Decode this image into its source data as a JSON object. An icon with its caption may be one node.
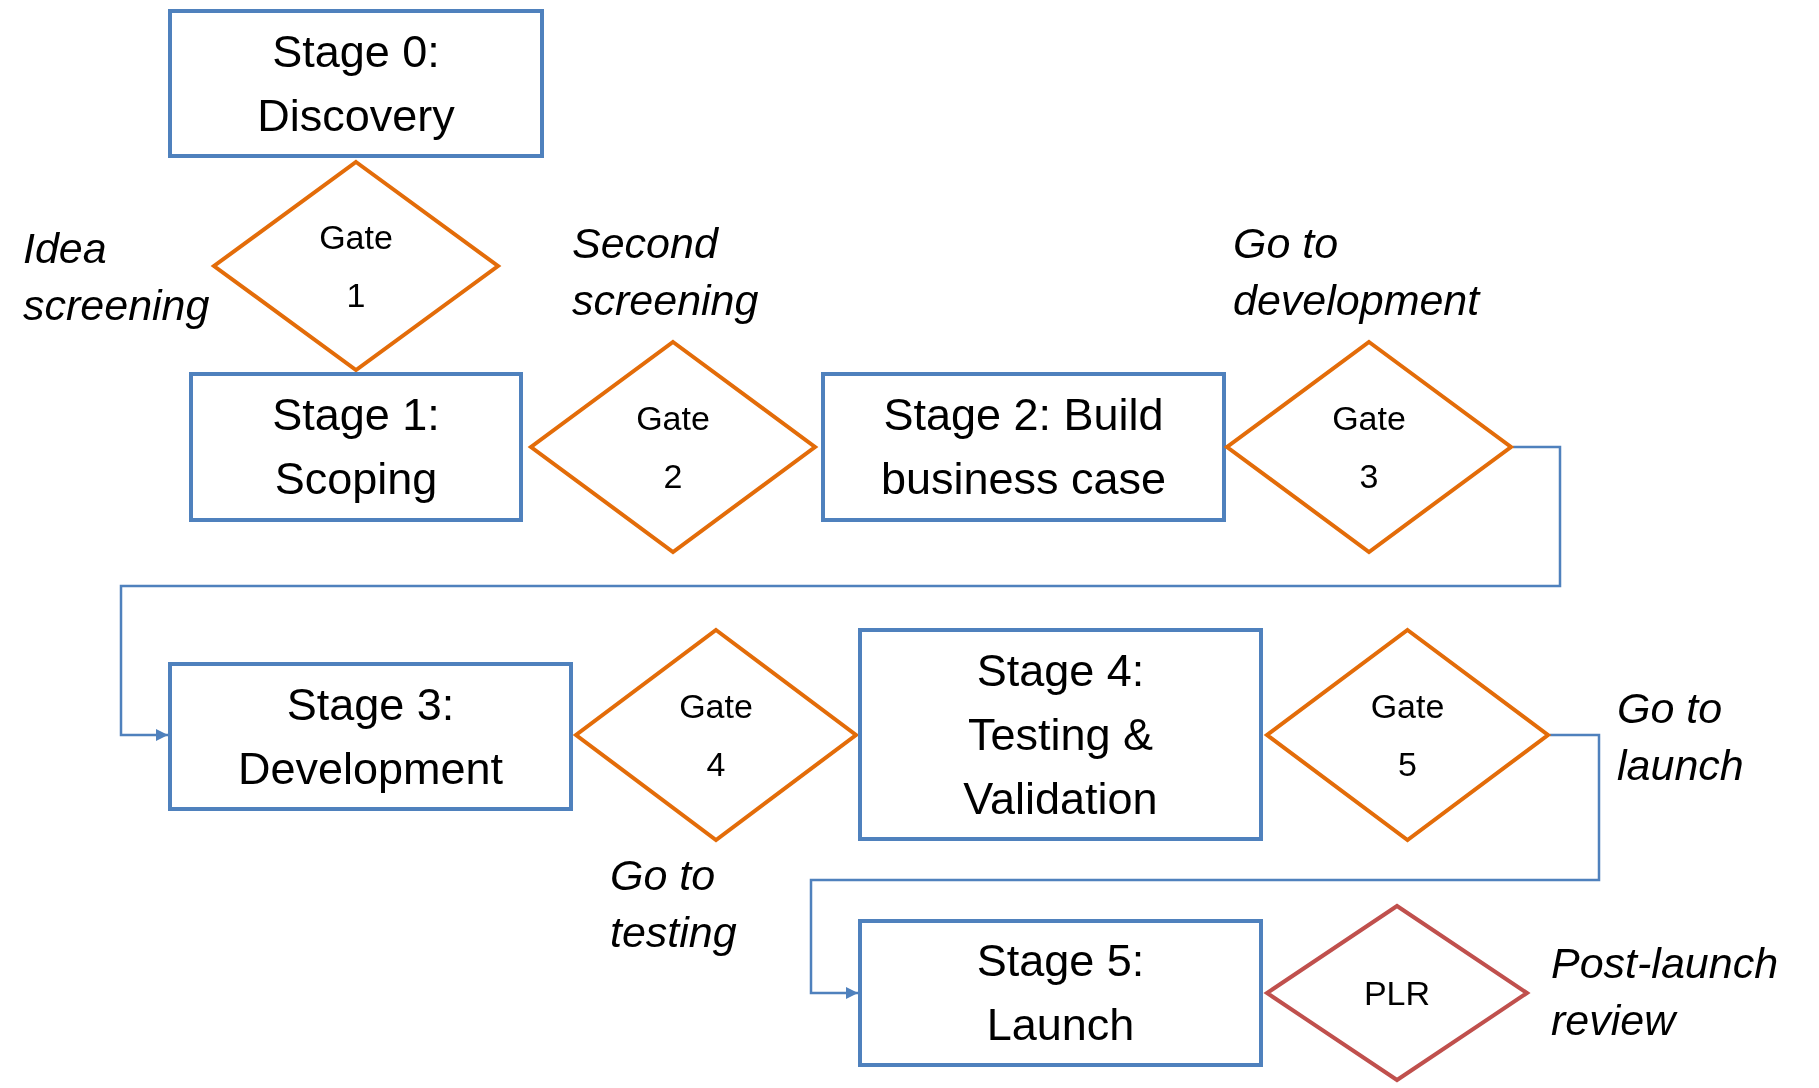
{
  "diagram": {
    "nodes": [
      {
        "text": [
          "Stage 0: Discovery"
        ]
      },
      {
        "text": [
          "Gate 1"
        ],
        "beside": [
          "Idea screening"
        ]
      },
      {
        "text": [
          "Stage 1: Scoping"
        ]
      },
      {
        "text": [
          "Gate 2"
        ],
        "beside": [
          "Second screening"
        ]
      },
      {
        "text": [
          "Stage 2: Build business case"
        ]
      },
      {
        "text": [
          "Gate 3"
        ],
        "beside": [
          "Go to development"
        ]
      },
      {
        "text": [
          "Stage 3: Development"
        ]
      },
      {
        "text": [
          "Gate 4"
        ],
        "beside": [
          "Go to testing"
        ]
      },
      {
        "text": [
          "Stage 4: Testing & Validation"
        ]
      },
      {
        "text": [
          "Gate 5"
        ],
        "beside": [
          "Go to launch"
        ]
      },
      {
        "text": [
          "Stage 5: Launch"
        ]
      },
      {
        "text": [
          "PLR"
        ],
        "beside": [
          "Post-launch review"
        ]
      }
    ],
    "edges": [
      {
        "from": 5,
        "to": 6,
        "arrow": "to"
      },
      {
        "from": 9,
        "to": 10,
        "arrow": "to"
      }
    ]
  }
}
